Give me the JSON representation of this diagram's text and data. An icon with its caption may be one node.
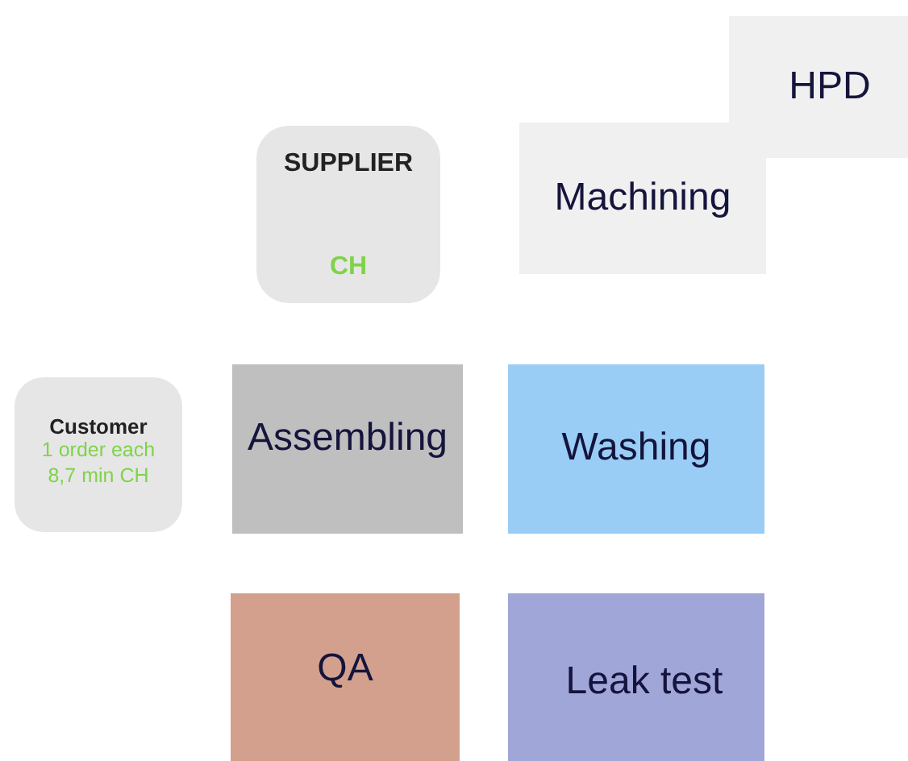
{
  "diagram": {
    "nodes": [
      {
        "text": [
          "HPD"
        ]
      },
      {
        "text": [
          "SUPPLIER",
          "CH"
        ]
      },
      {
        "text": [
          "Machining"
        ]
      },
      {
        "text": [
          "Customer",
          "1 order each 8,7 min CH"
        ]
      },
      {
        "text": [
          "Assembling"
        ]
      },
      {
        "text": [
          "Washing"
        ]
      },
      {
        "text": [
          "QA"
        ]
      },
      {
        "text": [
          "Leak test"
        ]
      }
    ]
  }
}
